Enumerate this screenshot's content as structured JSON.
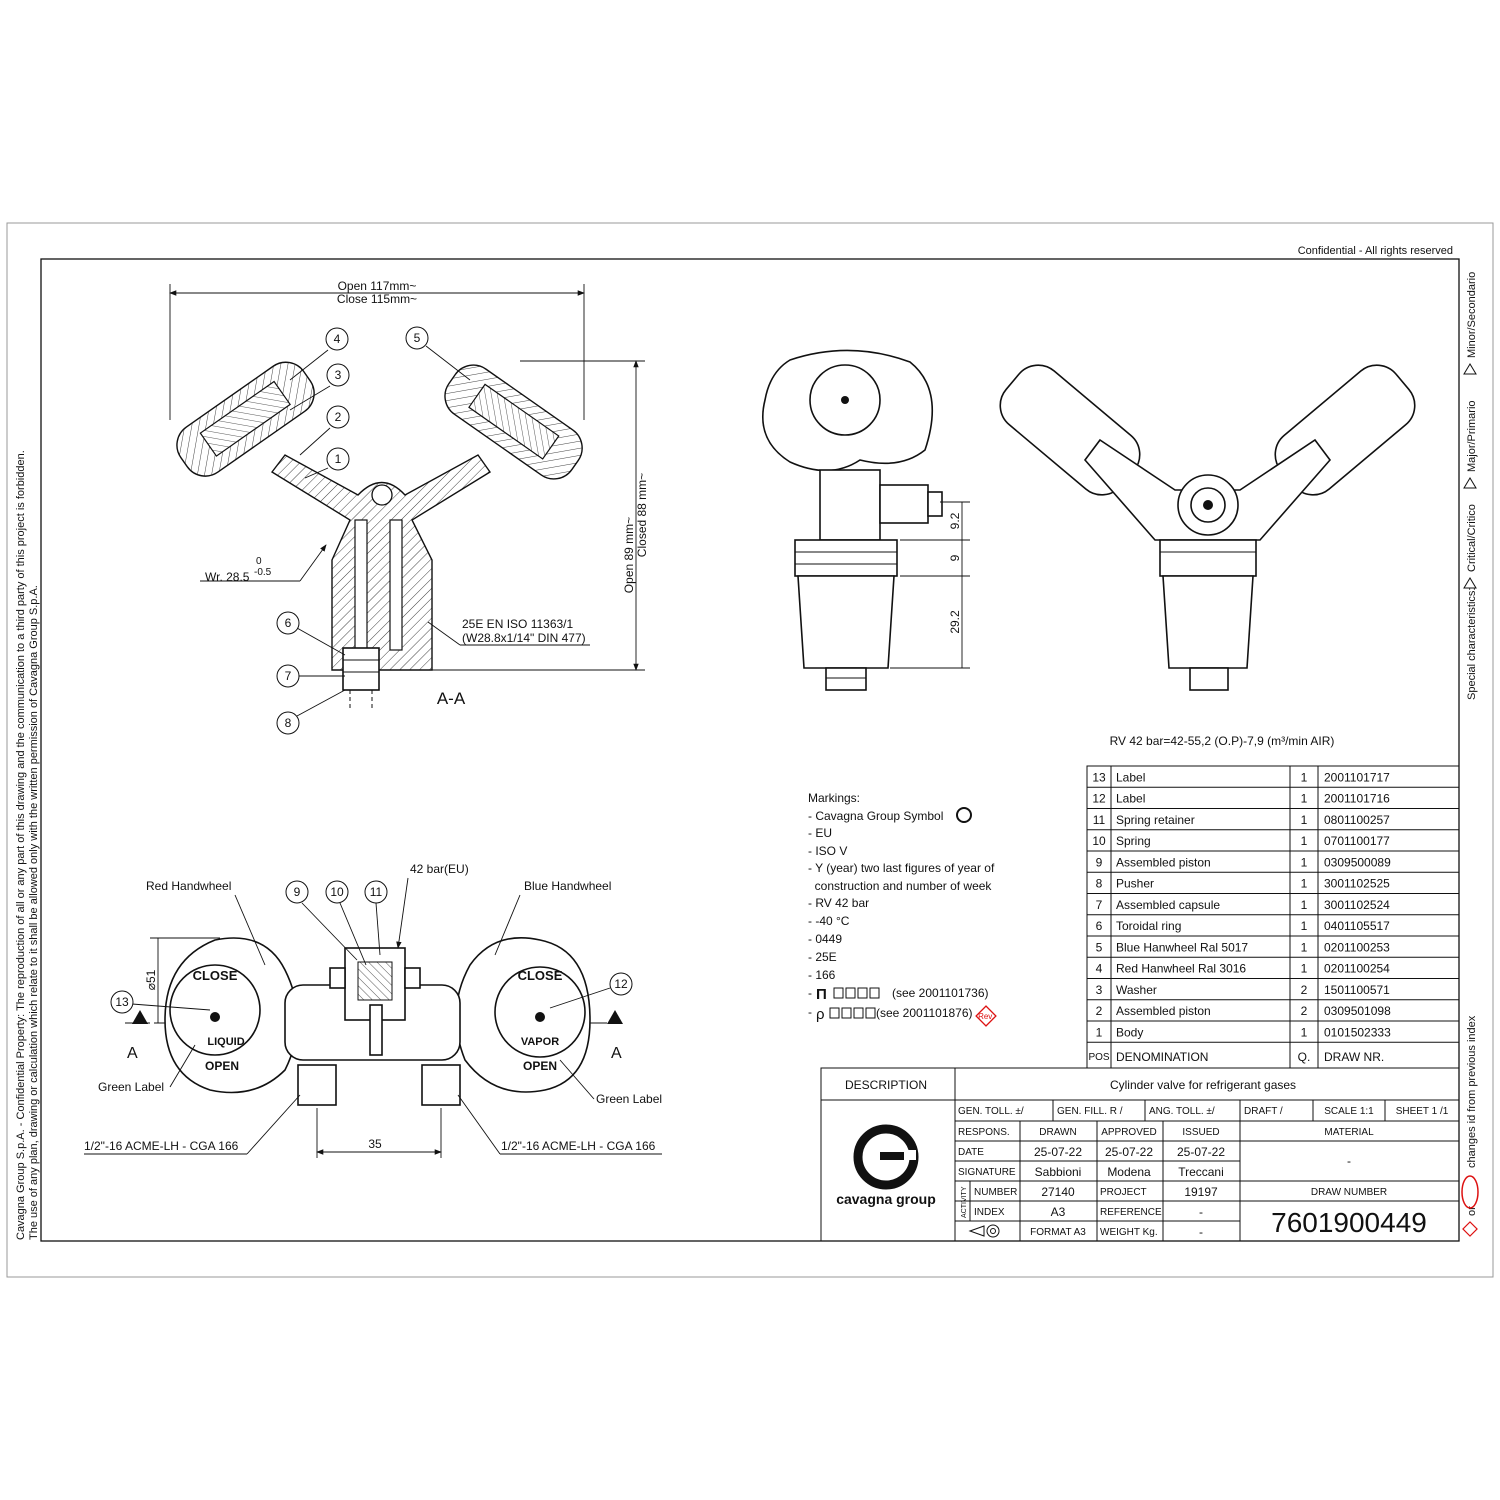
{
  "header": {
    "confidential": "Confidential - All rights reserved",
    "side_note_line1": "Cavagna Group S.p.A. - Confidential Property: The reproduction of all or any part of this drawing and the communication to a third party of this project is forbidden.",
    "side_note_line2": "The use of any plan, drawing or calculation which relate to it shall be allowed only with the written permission of Cavagna Group S.p.A."
  },
  "special_characteristics": {
    "title": "Special characteristics:",
    "critical": "Critical/Critico",
    "major": "Major/Primario",
    "minor": "Minor/Secondario",
    "changes_note": "changes id from previous index",
    "or": "or"
  },
  "section_view": {
    "dim_open_width": "Open 117mm~",
    "dim_close_width": "Close 115mm~",
    "dim_open_height": "Open 89 mm~",
    "dim_closed_height": "Closed 88 mm~",
    "wr_label": "Wr. 28.5",
    "tol_upper": "0",
    "tol_lower": "-0.5",
    "thread_line1": "25E EN ISO 11363/1",
    "thread_line2": "(W28.8x1/14\" DIN 477)",
    "section_label": "A-A",
    "balloons": [
      "4",
      "3",
      "2",
      "1",
      "5",
      "6",
      "7",
      "8"
    ]
  },
  "side_view": {
    "dim_a": "9.2",
    "dim_b": "9",
    "dim_c": "29.2"
  },
  "top_view": {
    "red_handwheel": "Red Handwheel",
    "blue_handwheel": "Blue Handwheel",
    "pressure": "42 bar(EU)",
    "diameter": "⌀51",
    "green_label_left": "Green Label",
    "green_label_right": "Green Label",
    "thread_left": "1/2\"-16 ACME-LH - CGA 166",
    "thread_right": "1/2\"-16 ACME-LH - CGA 166",
    "spacing": "35",
    "section_mark": "A",
    "balloons": [
      "9",
      "10",
      "11",
      "13",
      "12"
    ],
    "left_wheel_text": [
      "CLOSE",
      "LIQUID",
      "OPEN"
    ],
    "right_wheel_text": [
      "CLOSE",
      "VAPOR",
      "OPEN"
    ]
  },
  "rv_note": "RV 42 bar=42-55,2 (O.P)-7,9 (m³/min AIR)",
  "markings": {
    "title": "Markings:",
    "lines": [
      "- Cavagna Group Symbol",
      "- EU",
      "- ISO V",
      "- Y (year) two last figures of year of",
      "  construction and number of week",
      "- RV 42 bar",
      "- -40 °C",
      "- 0449",
      "- 25E",
      "- 166"
    ],
    "pi_ref": "(see 2001101736)",
    "rho_ref": "(see 2001101876)",
    "rev": "Rev."
  },
  "bom": {
    "rows": [
      {
        "pos": "13",
        "denom": "Label",
        "qty": "1",
        "draw": "2001101717"
      },
      {
        "pos": "12",
        "denom": "Label",
        "qty": "1",
        "draw": "2001101716"
      },
      {
        "pos": "11",
        "denom": "Spring retainer",
        "qty": "1",
        "draw": "0801100257"
      },
      {
        "pos": "10",
        "denom": "Spring",
        "qty": "1",
        "draw": "0701100177"
      },
      {
        "pos": "9",
        "denom": "Assembled piston",
        "qty": "1",
        "draw": "0309500089"
      },
      {
        "pos": "8",
        "denom": "Pusher",
        "qty": "1",
        "draw": "3001102525"
      },
      {
        "pos": "7",
        "denom": "Assembled capsule",
        "qty": "1",
        "draw": "3001102524"
      },
      {
        "pos": "6",
        "denom": "Toroidal ring",
        "qty": "1",
        "draw": "0401105517"
      },
      {
        "pos": "5",
        "denom": "Blue Hanwheel Ral 5017",
        "qty": "1",
        "draw": "0201100253"
      },
      {
        "pos": "4",
        "denom": "Red Hanwheel Ral 3016",
        "qty": "1",
        "draw": "0201100254"
      },
      {
        "pos": "3",
        "denom": "Washer",
        "qty": "2",
        "draw": "1501100571"
      },
      {
        "pos": "2",
        "denom": "Assembled piston",
        "qty": "2",
        "draw": "0309501098"
      },
      {
        "pos": "1",
        "denom": "Body",
        "qty": "1",
        "draw": "0101502333"
      }
    ],
    "header": {
      "pos": "POS",
      "denom": "DENOMINATION",
      "qty": "Q.",
      "draw": "DRAW NR."
    }
  },
  "title_block": {
    "description_label": "DESCRIPTION",
    "description": "Cylinder valve for refrigerant gases",
    "gen_toll": "GEN. TOLL. ±/",
    "gen_fill": "GEN. FILL. R /",
    "ang_toll": "ANG. TOLL. ±/",
    "draft": "DRAFT /",
    "scale": "SCALE 1:1",
    "sheet": "SHEET 1 /1",
    "respons": "RESPONS.",
    "drawn": "DRAWN",
    "approved": "APPROVED",
    "issued": "ISSUED",
    "material": "MATERIAL",
    "date_label": "DATE",
    "date_drawn": "25-07-22",
    "date_approved": "25-07-22",
    "date_issued": "25-07-22",
    "material_value": "-",
    "signature_label": "SIGNATURE",
    "sig_drawn": "Sabbioni",
    "sig_approved": "Modena",
    "sig_issued": "Treccani",
    "activity": "ACTIVITY",
    "number_label": "NUMBER",
    "number": "27140",
    "project_label": "PROJECT",
    "project": "19197",
    "draw_number_label": "DRAW NUMBER",
    "index_label": "INDEX",
    "index": "A3",
    "reference_label": "REFERENCE",
    "reference": "-",
    "format": "FORMAT A3",
    "weight_label": "WEIGHT Kg.",
    "weight": "-",
    "draw_number": "7601900449",
    "logo_text": "cavagna group"
  }
}
